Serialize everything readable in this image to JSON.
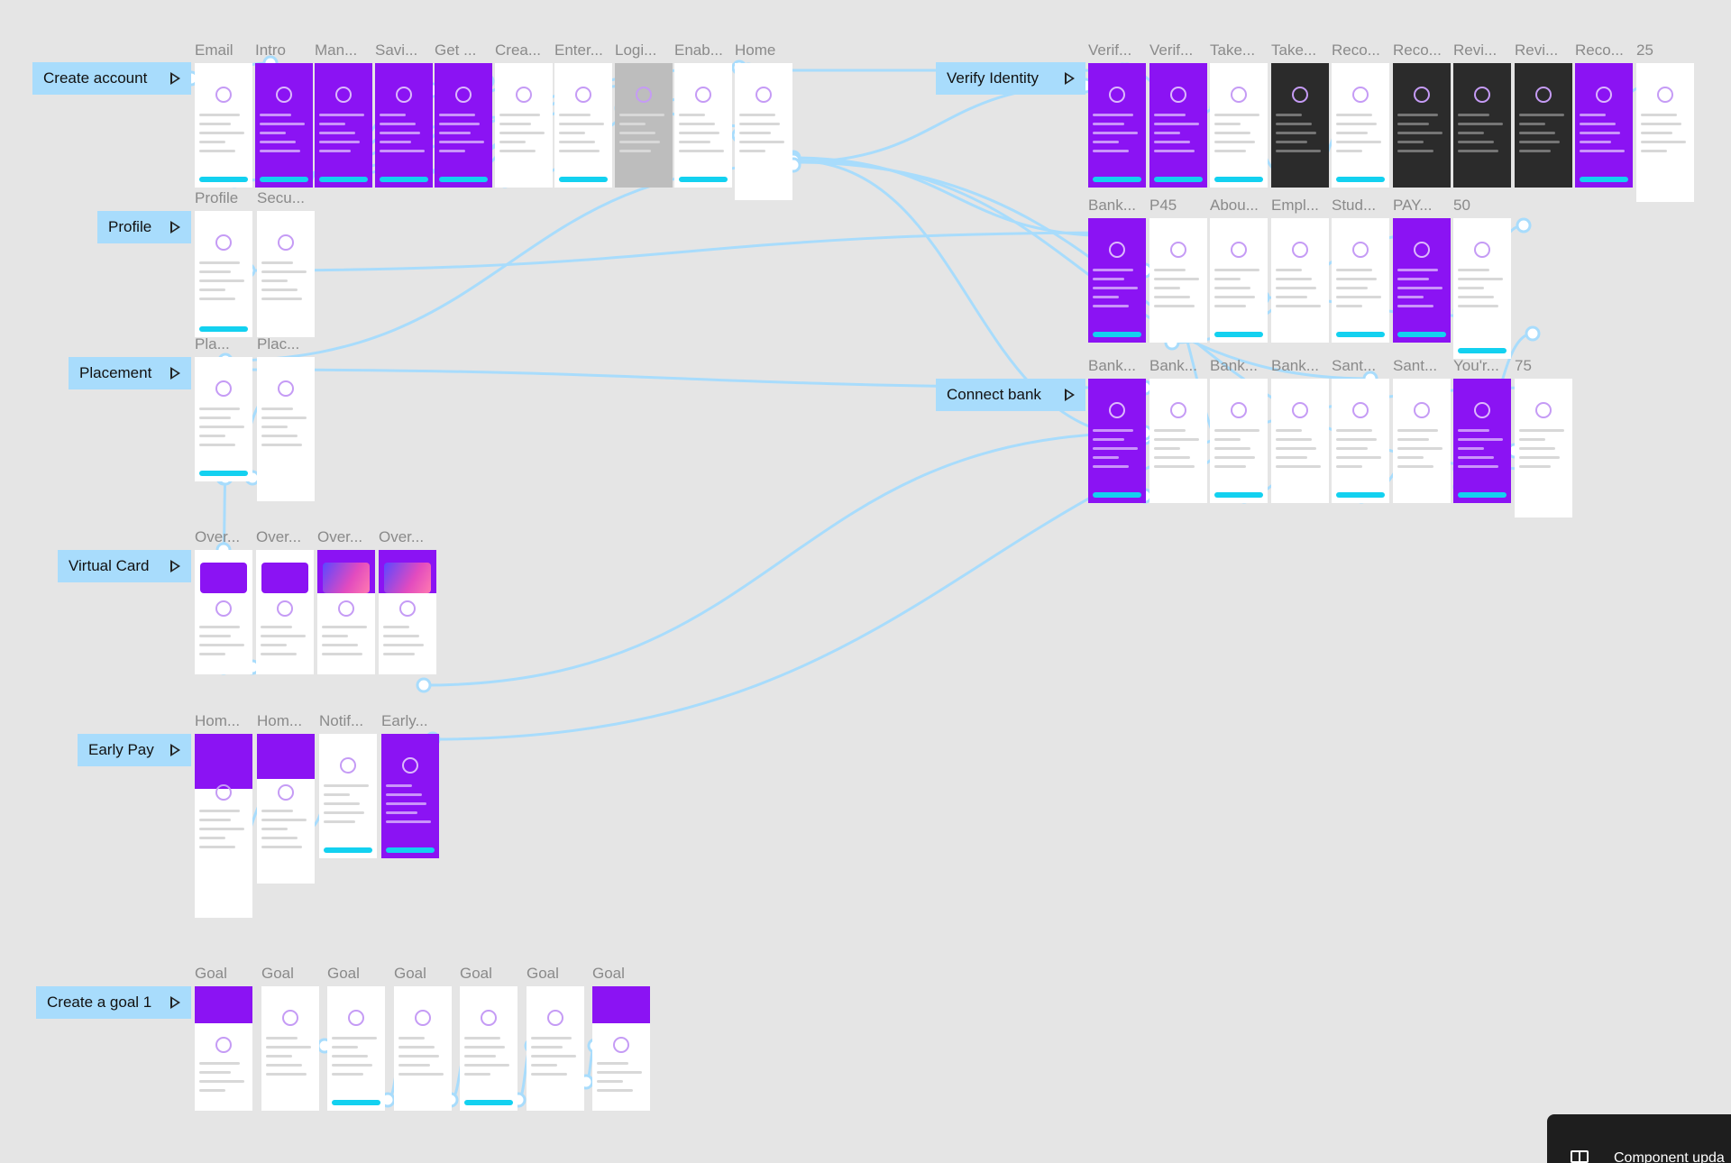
{
  "flows": [
    {
      "id": "create-account",
      "label": "Create account"
    },
    {
      "id": "verify-identity",
      "label": "Verify Identity"
    },
    {
      "id": "profile",
      "label": "Profile"
    },
    {
      "id": "placement",
      "label": "Placement"
    },
    {
      "id": "connect-bank",
      "label": "Connect bank"
    },
    {
      "id": "virtual-card",
      "label": "Virtual Card"
    },
    {
      "id": "early-pay",
      "label": "Early Pay"
    },
    {
      "id": "create-goal",
      "label": "Create a goal 1"
    }
  ],
  "frames": {
    "create_account": [
      "Email",
      "Intro",
      "Man...",
      "Savi...",
      "Get ...",
      "Crea...",
      "Enter...",
      "Logi...",
      "Enab...",
      "Home"
    ],
    "verify_identity": [
      "Verif...",
      "Verif...",
      "Take...",
      "Take...",
      "Reco...",
      "Reco...",
      "Revi...",
      "Revi...",
      "Reco...",
      "25"
    ],
    "profile": [
      "Profile",
      "Secu..."
    ],
    "bank_row": [
      "Bank...",
      "P45",
      "Abou...",
      "Empl...",
      "Stud...",
      "PAY...",
      "50"
    ],
    "placement": [
      "Pla...",
      "Plac..."
    ],
    "connect_bank": [
      "Bank...",
      "Bank...",
      "Bank...",
      "Bank...",
      "Sant...",
      "Sant...",
      "You'r...",
      "75"
    ],
    "virtual_card": [
      "Over...",
      "Over...",
      "Over...",
      "Over..."
    ],
    "early_pay": [
      "Hom...",
      "Hom...",
      "Notif...",
      "Early..."
    ],
    "goal": [
      "Goal",
      "Goal",
      "Goal",
      "Goal",
      "Goal",
      "Goal",
      "Goal"
    ]
  },
  "colors": {
    "canvas": "#e5e5e5",
    "label_bg": "#a8dcfc",
    "brand_purple": "#8b13f3",
    "accent_cyan": "#13d1f0",
    "wire": "#a8dcfc"
  },
  "toast": {
    "text": "Component upda",
    "icon": "book-icon"
  }
}
